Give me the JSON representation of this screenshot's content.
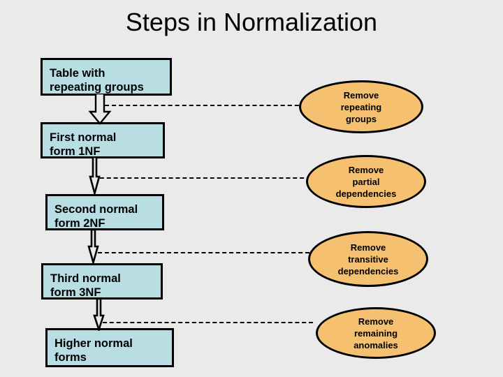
{
  "slide": {
    "title": "Steps in Normalization",
    "background_color": "#eaeaea"
  },
  "colors": {
    "box_fill": "#b8dde3",
    "ellipse_fill": "#f5c170",
    "stroke": "#000000",
    "text": "#000000"
  },
  "stages": [
    {
      "id": "table-repeating-groups",
      "line1": "Table with",
      "line2": "repeating groups"
    },
    {
      "id": "first-normal-form",
      "line1": "First normal",
      "line2": "form 1NF"
    },
    {
      "id": "second-normal-form",
      "line1": "Second normal",
      "line2": "form 2NF"
    },
    {
      "id": "third-normal-form",
      "line1": "Third normal",
      "line2": "form 3NF"
    },
    {
      "id": "higher-normal-forms",
      "line1": "Higher normal",
      "line2": "forms"
    }
  ],
  "actions": [
    {
      "id": "remove-repeating-groups",
      "line1": "Remove",
      "line2": "repeating",
      "line3": "groups"
    },
    {
      "id": "remove-partial-dependencies",
      "line1": "Remove",
      "line2": "partial",
      "line3": "dependencies"
    },
    {
      "id": "remove-transitive-dependencies",
      "line1": "Remove",
      "line2": "transitive",
      "line3": "dependencies"
    },
    {
      "id": "remove-remaining-anomalies",
      "line1": "Remove",
      "line2": "remaining",
      "line3": "anomalies"
    }
  ]
}
